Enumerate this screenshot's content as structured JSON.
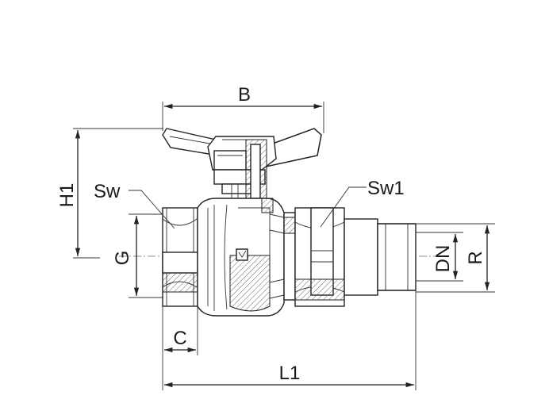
{
  "labels": {
    "B": "B",
    "H1": "H1",
    "Sw": "Sw",
    "Sw1": "Sw1",
    "G": "G",
    "DN": "DN",
    "R": "R",
    "C": "C",
    "L1": "L1"
  }
}
